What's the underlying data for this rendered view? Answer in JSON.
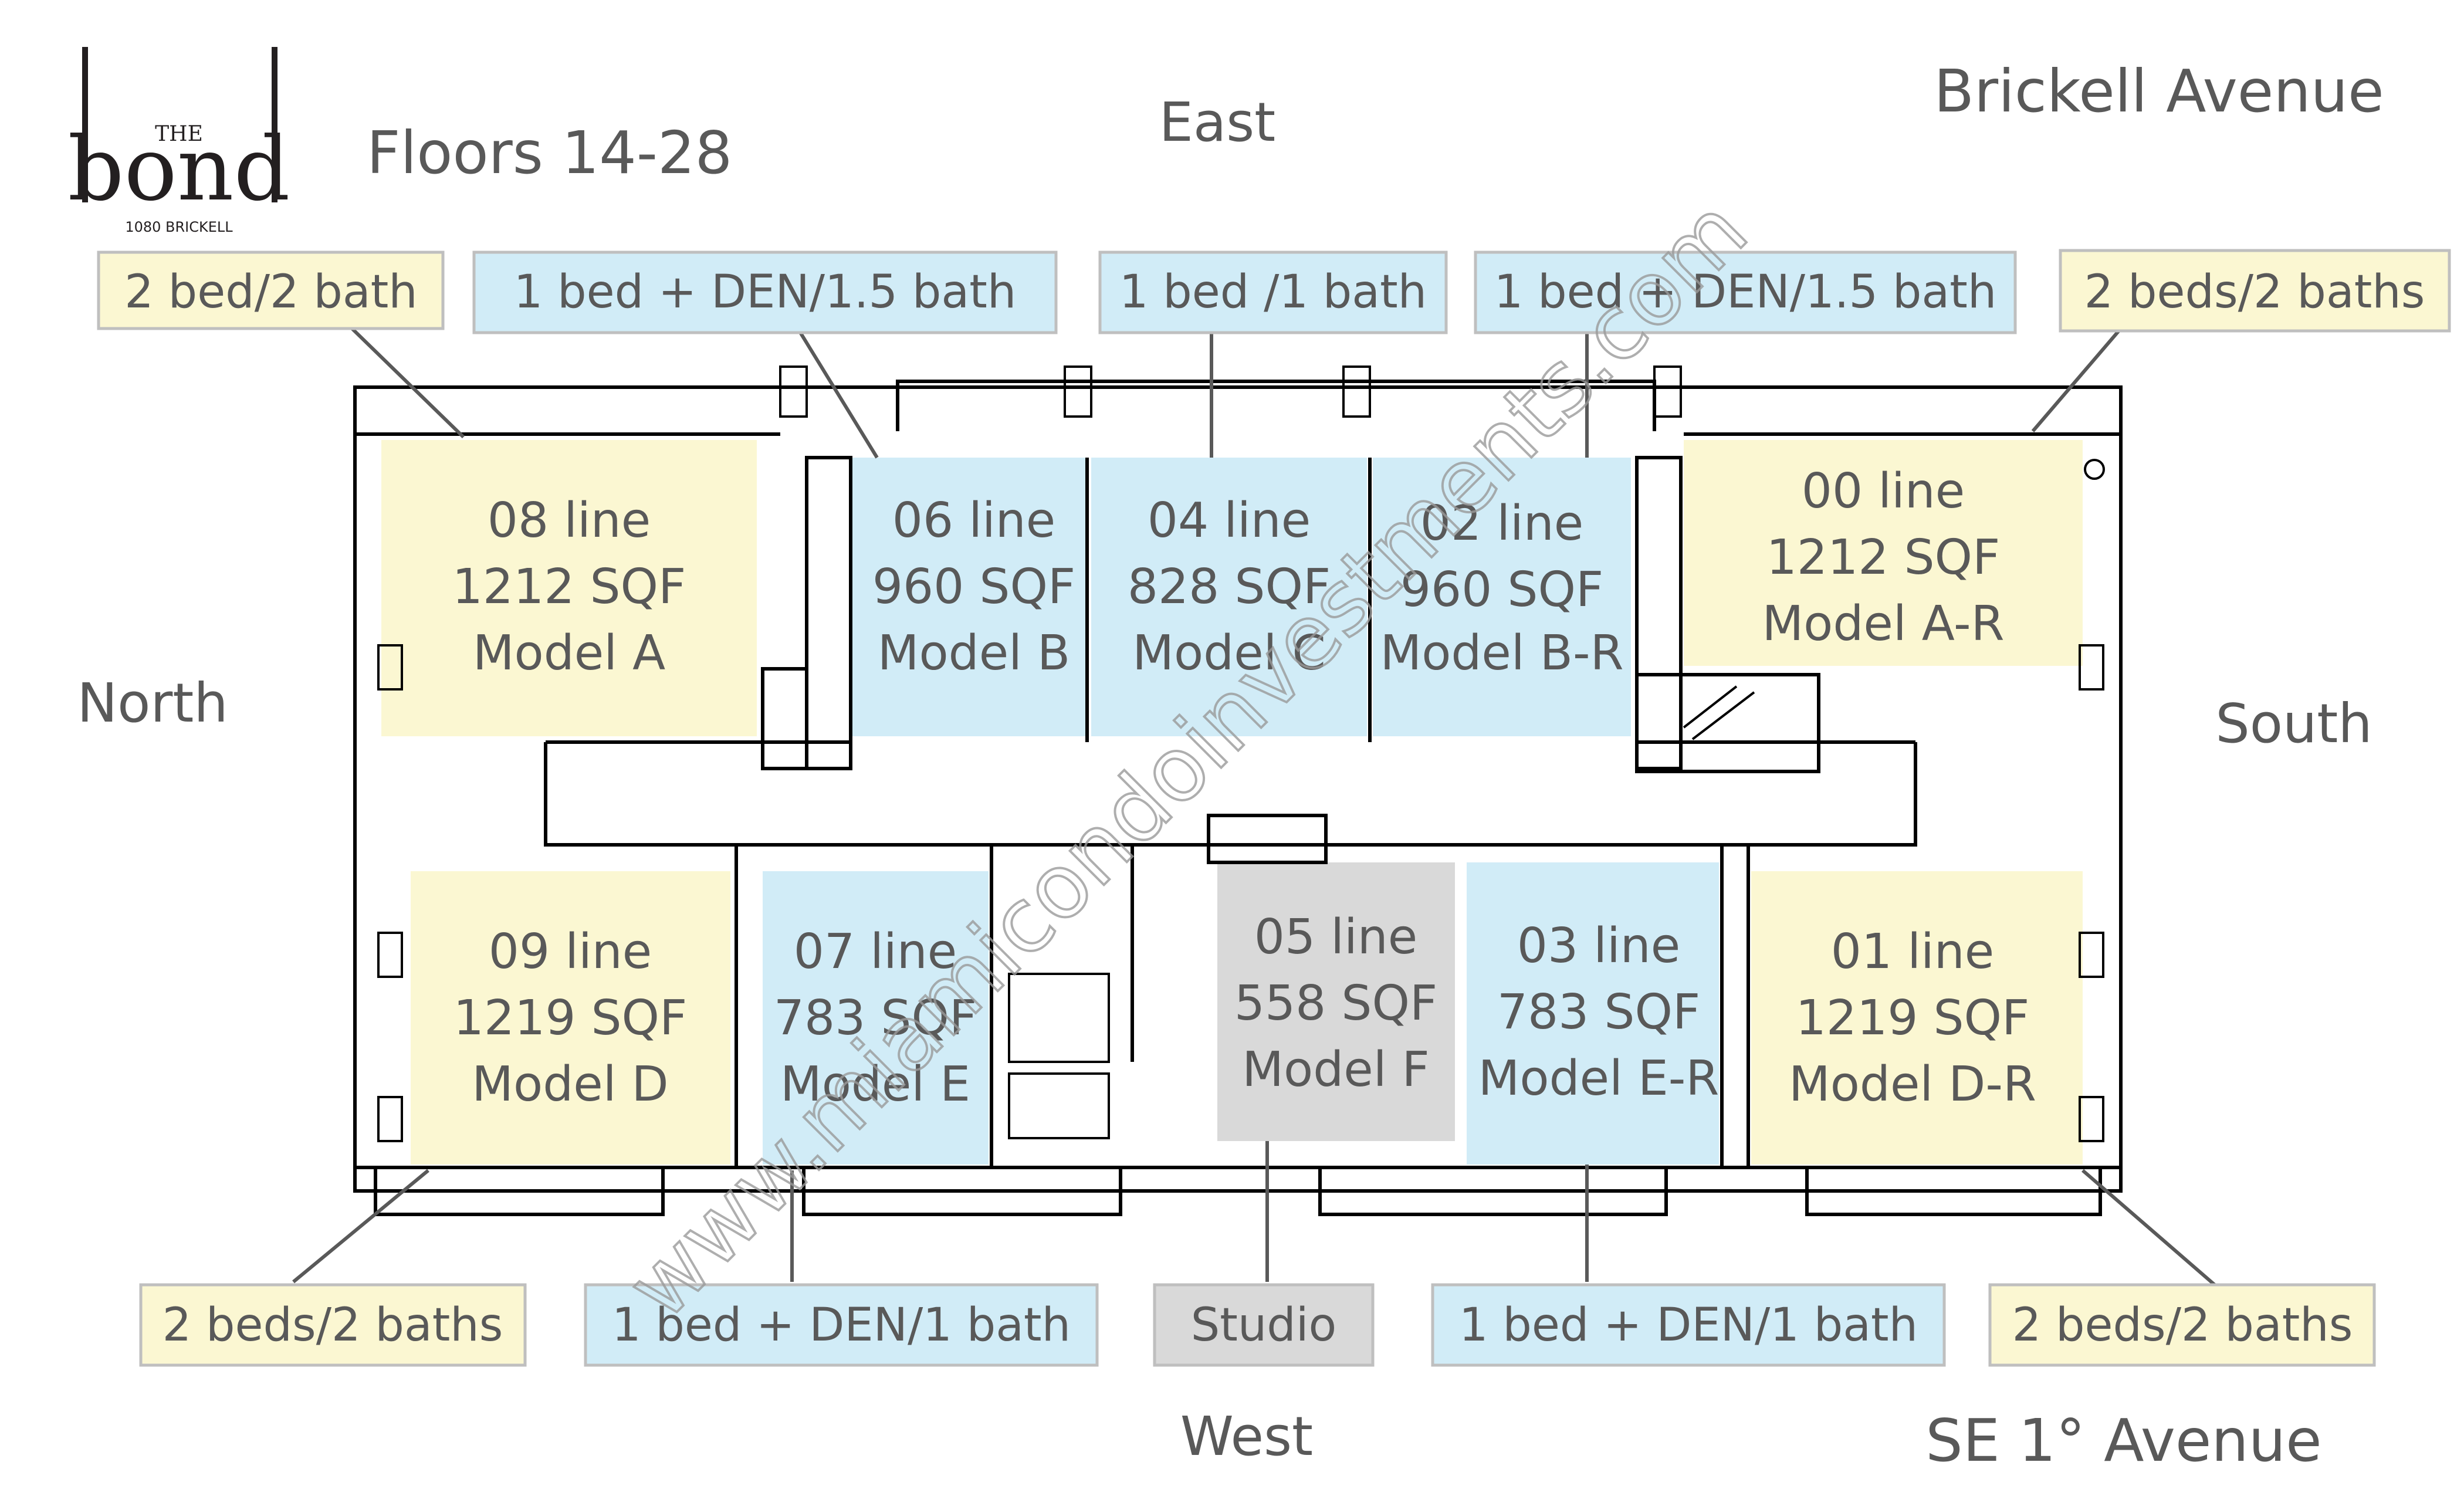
{
  "logo": {
    "the": "THE",
    "name": "bond",
    "address": "1080 BRICKELL"
  },
  "floors": "Floors 14-28",
  "directions": {
    "east": "East",
    "west": "West",
    "north": "North",
    "south": "South"
  },
  "streets": {
    "top": "Brickell Avenue",
    "bottom": "SE 1° Avenue"
  },
  "watermark": "www.miamicondoinvestments.com",
  "top_labels": [
    "2 bed/2 bath",
    "1 bed + DEN/1.5 bath",
    "1 bed /1 bath",
    "1 bed + DEN/1.5 bath",
    "2 beds/2 baths"
  ],
  "bottom_labels": [
    "2 beds/2 baths",
    "1 bed + DEN/1 bath",
    "Studio",
    "1 bed + DEN/1 bath",
    "2 beds/2 baths"
  ],
  "units": [
    {
      "line": "08 line",
      "sqf": "1212 SQF",
      "model": "Model A"
    },
    {
      "line": "06 line",
      "sqf": "960 SQF",
      "model": "Model B"
    },
    {
      "line": "04 line",
      "sqf": "828 SQF",
      "model": "Model C"
    },
    {
      "line": "02 line",
      "sqf": "960 SQF",
      "model": "Model B-R"
    },
    {
      "line": "00 line",
      "sqf": "1212 SQF",
      "model": "Model A-R"
    },
    {
      "line": "09 line",
      "sqf": "1219 SQF",
      "model": "Model D"
    },
    {
      "line": "07 line",
      "sqf": "783 SQF",
      "model": "Model E"
    },
    {
      "line": "05 line",
      "sqf": "558 SQF",
      "model": "Model F"
    },
    {
      "line": "03 line",
      "sqf": "783 SQF",
      "model": "Model E-R"
    },
    {
      "line": "01 line",
      "sqf": "1219 SQF",
      "model": "Model D-R"
    }
  ],
  "colors": {
    "two_bed": "#fbf7d2",
    "one_bed": "#d1ecf7",
    "studio": "#d9d9d9",
    "text": "#595959"
  }
}
